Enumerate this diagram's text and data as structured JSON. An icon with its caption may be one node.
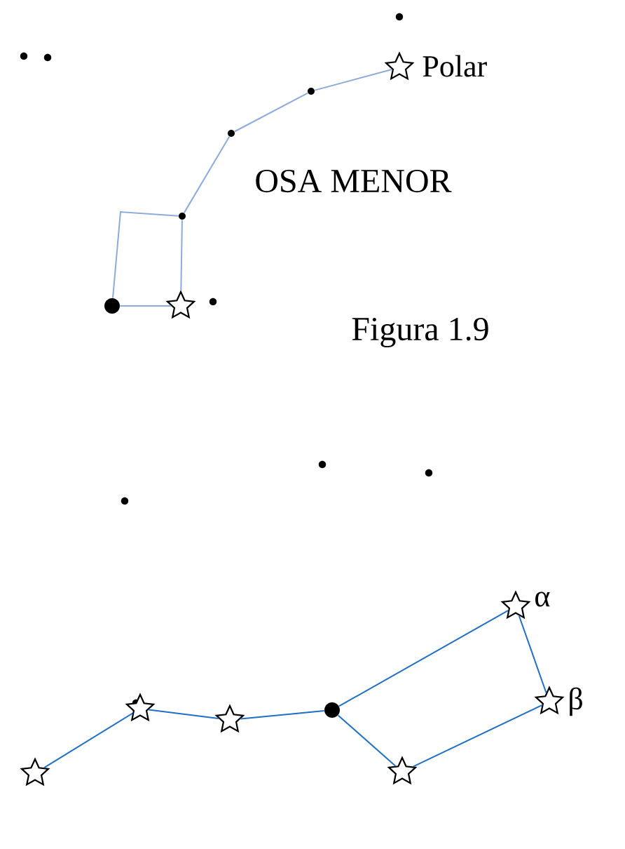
{
  "diagram": {
    "nodes": [
      {
        "text": [],
        "shape": "star",
        "beside": [
          "Polar"
        ]
      },
      {
        "text": [],
        "shape": "circle"
      },
      {
        "text": [],
        "shape": "circle"
      },
      {
        "text": [],
        "shape": "circle"
      },
      {
        "text": [],
        "shape": "star"
      },
      {
        "text": [],
        "shape": "circle"
      },
      {
        "text": [],
        "shape": "star"
      },
      {
        "text": [],
        "shape": "star"
      },
      {
        "text": [],
        "shape": "star"
      },
      {
        "text": [],
        "shape": "circle"
      },
      {
        "text": [],
        "shape": "star",
        "beside": [
          "α"
        ]
      },
      {
        "text": [],
        "shape": "star",
        "beside": [
          "β"
        ]
      },
      {
        "text": [],
        "shape": "star"
      }
    ],
    "edges": [
      {
        "from": 0,
        "to": 1,
        "arrow": "none",
        "color": "#8eaadb"
      },
      {
        "from": 1,
        "to": 2,
        "arrow": "none",
        "color": "#8eaadb"
      },
      {
        "from": 2,
        "to": 3,
        "arrow": "none",
        "color": "#8eaadb"
      },
      {
        "from": 3,
        "to": 4,
        "arrow": "none",
        "color": "#8eaadb"
      },
      {
        "from": 4,
        "to": 5,
        "arrow": "none",
        "color": "#8eaadb"
      },
      {
        "from": 5,
        "to": 3,
        "arrow": "none",
        "color": "#8eaadb"
      },
      {
        "from": 6,
        "to": 7,
        "arrow": "none"
      },
      {
        "from": 7,
        "to": 8,
        "arrow": "none"
      },
      {
        "from": 8,
        "to": 9,
        "arrow": "none"
      },
      {
        "from": 9,
        "to": 10,
        "arrow": "none"
      },
      {
        "from": 10,
        "to": 11,
        "arrow": "none"
      },
      {
        "from": 11,
        "to": 12,
        "arrow": "none"
      },
      {
        "from": 12,
        "to": 9,
        "arrow": "none"
      }
    ],
    "labels": [
      "OSA MENOR",
      "Figura 1.9"
    ]
  }
}
